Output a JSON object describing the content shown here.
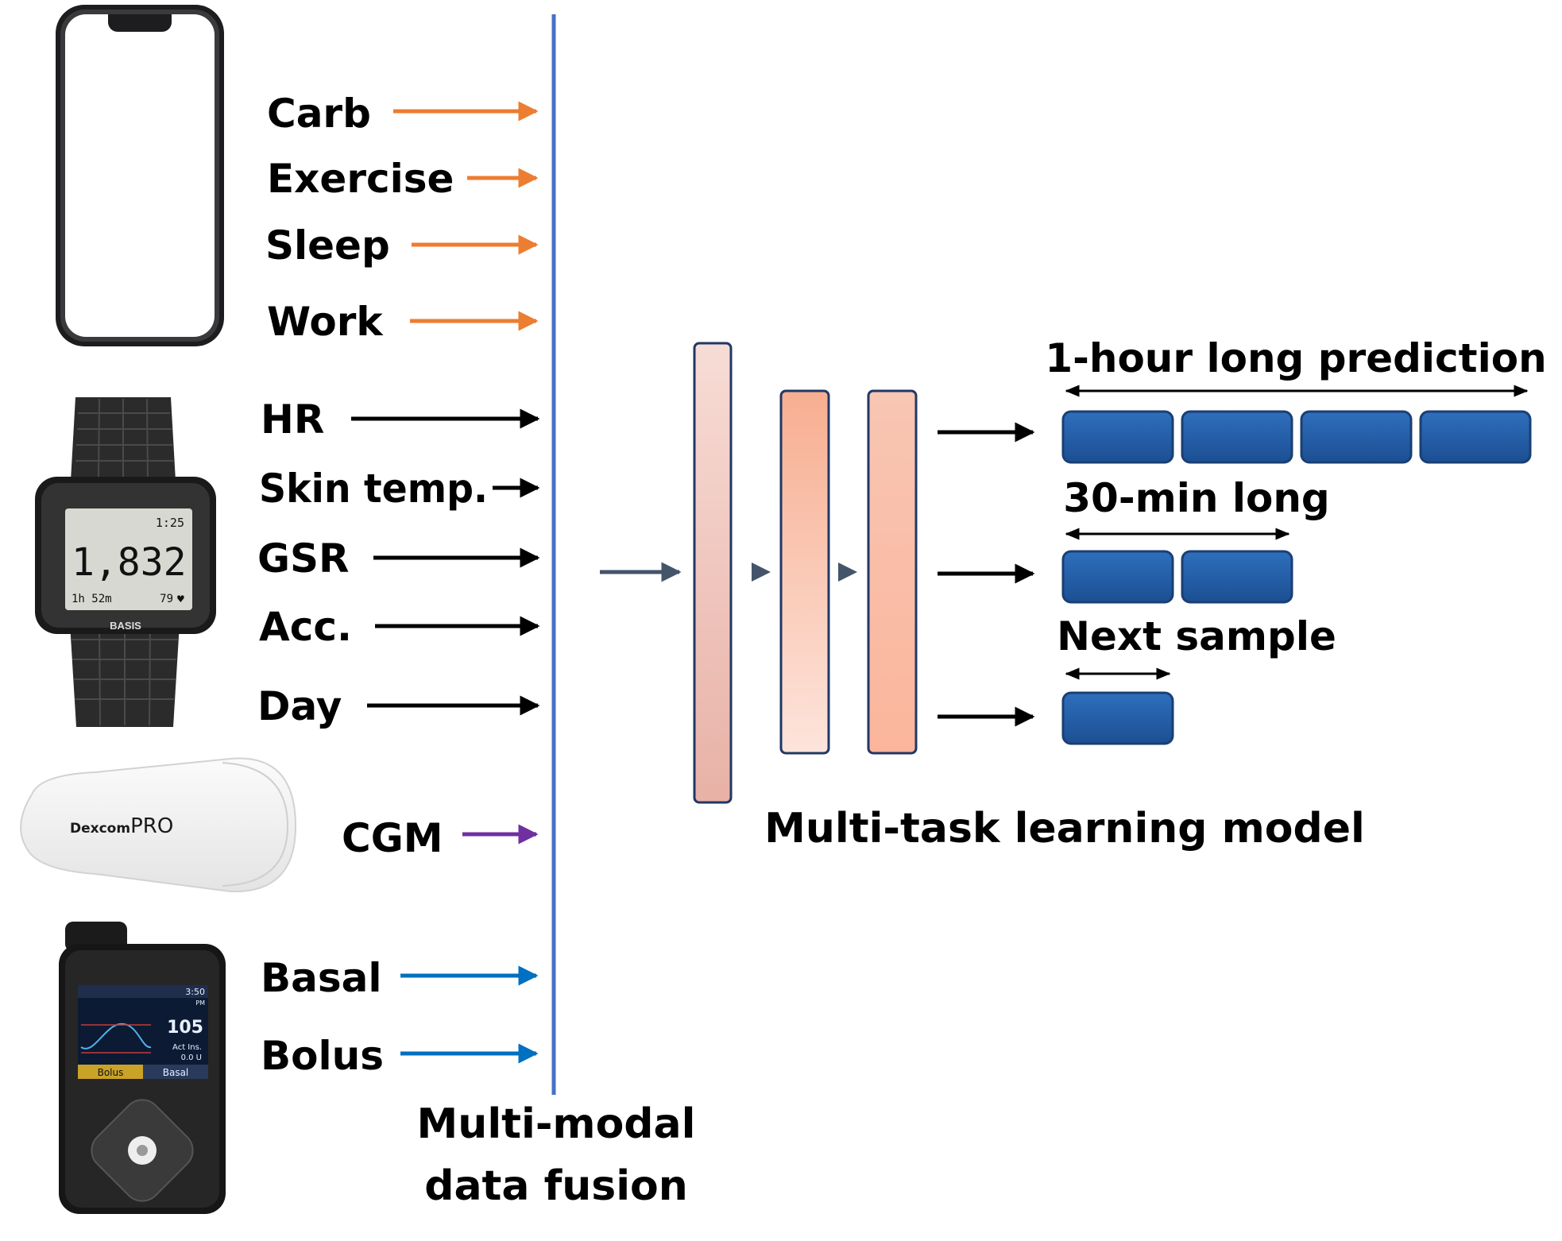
{
  "inputs": {
    "phone": [
      "Carb",
      "Exercise",
      "Sleep",
      "Work"
    ],
    "watch": [
      "HR",
      "Skin temp.",
      "GSR",
      "Acc.",
      "Day"
    ],
    "cgm": [
      "CGM"
    ],
    "pump": [
      "Basal",
      "Bolus"
    ]
  },
  "colors": {
    "phone_arrow": "#ed7d31",
    "watch_arrow": "#000000",
    "cgm_arrow": "#7030a0",
    "pump_arrow": "#0070c0",
    "fusion_line": "#4472c4",
    "output_block": "#1f5fa8",
    "layer_fill": "#f8c4b0"
  },
  "devices": {
    "watch": {
      "value": "1,832",
      "time": "1:25",
      "duration": "1h 52m",
      "hr": "79",
      "brand": "BASIS"
    },
    "cgm": {
      "brand_bold": "Dexcom",
      "brand_light": "PRO"
    },
    "pump": {
      "time": "3:50",
      "ampm": "PM",
      "glucose": "105",
      "act_ins_label": "Act Ins.",
      "act_ins_value": "0.0 U",
      "tab_bolus": "Bolus",
      "tab_basal": "Basal"
    }
  },
  "fusion": {
    "line1": "Multi-modal",
    "line2": "data fusion"
  },
  "model": {
    "label": "Multi-task learning model"
  },
  "outputs": {
    "hour": "1-hour long prediction",
    "half": "30-min long",
    "next": "Next sample"
  }
}
